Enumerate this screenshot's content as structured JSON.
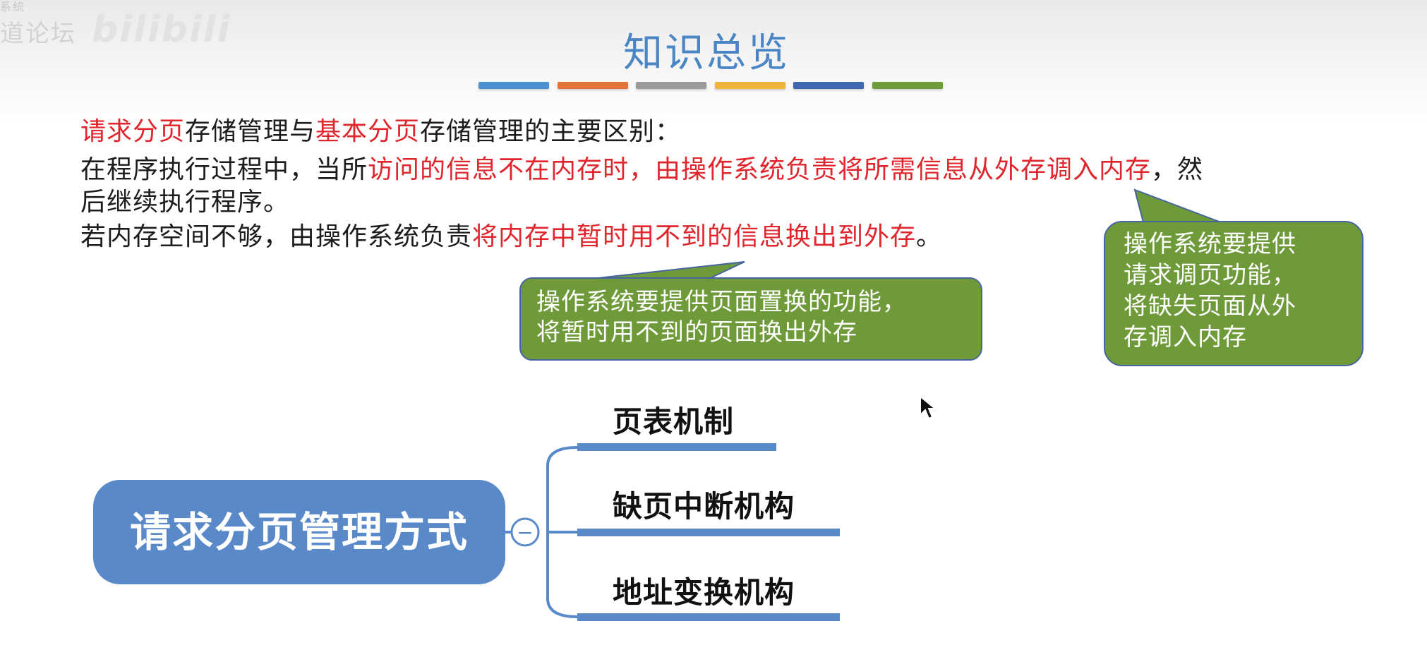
{
  "title": "知识总览",
  "color_bar": [
    "#4a90d0",
    "#e0743a",
    "#9b9b9b",
    "#efb53a",
    "#3f68b0",
    "#6f9a3a"
  ],
  "watermark": {
    "tiny": "系统",
    "text": "道论坛",
    "brand": "bilibili"
  },
  "text": {
    "line1": {
      "p1": "请求分页",
      "p2": "存储管理与",
      "p3": "基本分页",
      "p4": "存储管理的主要区别："
    },
    "line2": {
      "p1": "在程序执行过程中，当所",
      "p2": "访问的信息不在内存时，由操作系统负责将所需信息从外存调入内存",
      "p3": "，然"
    },
    "line3": "后继续执行程序。",
    "line4": {
      "p1": "若内存空间不够，由操作系统负责",
      "p2": "将内存中暂时用不到的信息换出到外存",
      "p3": "。"
    }
  },
  "callouts": {
    "middle": {
      "line1": "操作系统要提供页面置换的功能，",
      "line2": "将暂时用不到的页面换出外存"
    },
    "right": {
      "line1": "操作系统要提供",
      "line2": "请求调页功能，",
      "line3": "将缺失页面从外",
      "line4": "存调入内存"
    }
  },
  "mindmap": {
    "root": "请求分页管理方式",
    "collapse_symbol": "−",
    "branches": [
      {
        "label": "页表机制"
      },
      {
        "label": "缺页中断机构"
      },
      {
        "label": "地址变换机构"
      }
    ]
  },
  "colors": {
    "accent": "#4a86c5",
    "highlight": "#e0252d",
    "callout": "#6f9a3a",
    "node": "#5a89c9"
  }
}
